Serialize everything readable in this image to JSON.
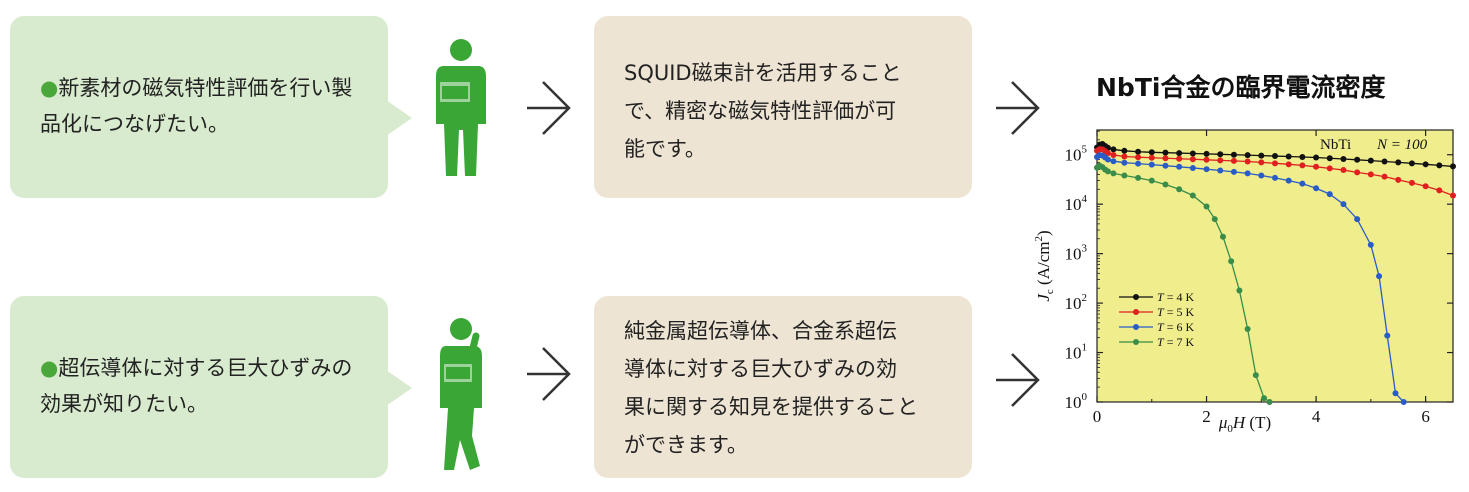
{
  "scenarios": [
    {
      "need": "新素材の磁気特性評価を行い製品化につなげたい。",
      "solution_lines": [
        "SQUID磁束計を活用すること",
        "で、精密な磁気特性評価が可",
        "能です。"
      ]
    },
    {
      "need": "超伝導体に対する巨大ひずみの効果が知りたい。",
      "solution_lines": [
        "純金属超伝導体、合金系超伝",
        "導体に対する巨大ひずみの効",
        "果に関する知見を提供すること",
        "ができます。"
      ]
    }
  ],
  "colors": {
    "need_bg": "#d8ebce",
    "solution_bg": "#ede4d3",
    "person": "#3aa635",
    "chart_bg": "#f0ee8c"
  },
  "chart_data": {
    "type": "line",
    "title": "NbTi合金の臨界電流密度",
    "xlabel_mu": "μ",
    "xlabel_sub": "0",
    "xlabel_h": "H",
    "xlabel_unit": " (T)",
    "ylabel_j": "J",
    "ylabel_sub": "c",
    "ylabel_unit": " (A/cm",
    "ylabel_sup": "2",
    "ylabel_close": ")",
    "annotation_material": "NbTi",
    "annotation_n": "N = 100",
    "xlim": [
      0,
      6.5
    ],
    "ylim_log10": [
      0,
      5.5
    ],
    "yscale": "log",
    "x_ticks": [
      0,
      2,
      4,
      6
    ],
    "y_tick_exponents": [
      0,
      1,
      2,
      3,
      4,
      5
    ],
    "y_tick_base": "10",
    "legend_position": "lower-left",
    "series": [
      {
        "name": "T = 4 K",
        "t_label": "T",
        "t_rest": " = 4 K",
        "color": "#111111",
        "x": [
          0,
          0.05,
          0.1,
          0.15,
          0.2,
          0.3,
          0.5,
          0.75,
          1.0,
          1.25,
          1.5,
          1.75,
          2.0,
          2.25,
          2.5,
          2.75,
          3.0,
          3.25,
          3.5,
          3.75,
          4.0,
          4.25,
          4.5,
          4.75,
          5.0,
          5.25,
          5.5,
          5.75,
          6.0,
          6.25,
          6.5
        ],
        "y": [
          140000,
          160000,
          165000,
          150000,
          138000,
          128000,
          120000,
          115000,
          112000,
          110000,
          108000,
          106000,
          104000,
          102000,
          100000,
          98000,
          96000,
          94000,
          92000,
          90000,
          88000,
          85000,
          82000,
          79000,
          76000,
          73000,
          70000,
          67000,
          64000,
          61000,
          58000
        ]
      },
      {
        "name": "T = 5 K",
        "t_label": "T",
        "t_rest": " = 5 K",
        "color": "#e02020",
        "x": [
          0,
          0.05,
          0.1,
          0.15,
          0.2,
          0.3,
          0.5,
          0.75,
          1.0,
          1.25,
          1.5,
          1.75,
          2.0,
          2.25,
          2.5,
          2.75,
          3.0,
          3.25,
          3.5,
          3.75,
          4.0,
          4.25,
          4.5,
          4.75,
          5.0,
          5.25,
          5.5,
          5.75,
          6.0,
          6.25,
          6.5
        ],
        "y": [
          120000,
          130000,
          128000,
          118000,
          108000,
          99000,
          92000,
          89000,
          87000,
          85000,
          83000,
          81000,
          79000,
          77000,
          75000,
          73000,
          70000,
          67000,
          64000,
          61000,
          57000,
          53000,
          49000,
          44000,
          40000,
          36000,
          31000,
          27000,
          23000,
          19000,
          15000
        ]
      },
      {
        "name": "T = 6 K",
        "t_label": "T",
        "t_rest": " = 6 K",
        "color": "#2a5cc8",
        "x": [
          0,
          0.05,
          0.1,
          0.15,
          0.2,
          0.3,
          0.5,
          0.75,
          1.0,
          1.25,
          1.5,
          1.75,
          2.0,
          2.25,
          2.5,
          2.75,
          3.0,
          3.25,
          3.5,
          3.75,
          4.0,
          4.25,
          4.5,
          4.75,
          5.0,
          5.15,
          5.3,
          5.45,
          5.6
        ],
        "y": [
          90000,
          98000,
          96000,
          88000,
          80000,
          74000,
          69000,
          66000,
          63000,
          60000,
          57000,
          54000,
          51000,
          48000,
          45000,
          42000,
          38000,
          34000,
          30000,
          26000,
          21000,
          16000,
          10000,
          5000,
          1500,
          350,
          22,
          1.5,
          1
        ]
      },
      {
        "name": "T = 7 K",
        "t_label": "T",
        "t_rest": " = 7 K",
        "color": "#3a8c4a",
        "x": [
          0,
          0.05,
          0.1,
          0.15,
          0.2,
          0.3,
          0.5,
          0.75,
          1.0,
          1.25,
          1.5,
          1.75,
          2.0,
          2.15,
          2.3,
          2.45,
          2.6,
          2.75,
          2.9,
          3.05,
          3.15
        ],
        "y": [
          55000,
          60000,
          56000,
          50000,
          46000,
          42000,
          38000,
          34000,
          30000,
          25000,
          20000,
          15000,
          9000,
          5000,
          2200,
          700,
          180,
          30,
          3.5,
          1.2,
          1
        ]
      }
    ]
  }
}
